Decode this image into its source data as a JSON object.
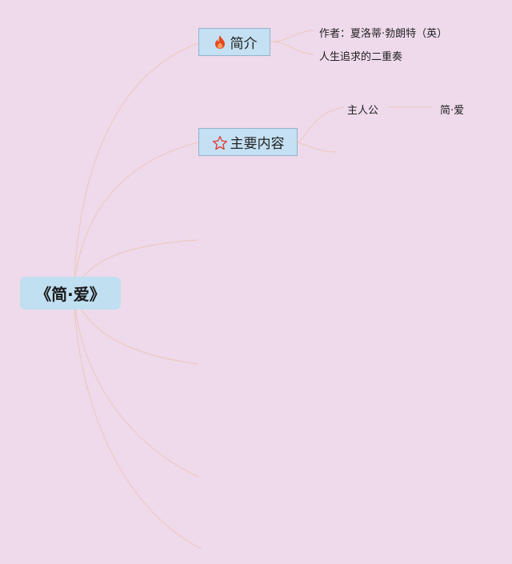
{
  "root": {
    "label": "《简·爱》"
  },
  "topics": [
    {
      "label": "简介",
      "icon": "flame-icon",
      "children": [
        "作者：夏洛蒂·勃朗特（英）",
        "人生追求的二重奏"
      ]
    },
    {
      "label": "主要内容",
      "icon": "star-icon",
      "children": [
        "主人公"
      ],
      "grandchildren": [
        "简·爱"
      ]
    }
  ],
  "colors": {
    "background": "#eedaeb",
    "root_fill": "#c0dff0",
    "topic_fill": "#c4e0f2",
    "branch_line": "#ecc7b8",
    "flame": "#e8481f",
    "star": "#e03a3a"
  }
}
